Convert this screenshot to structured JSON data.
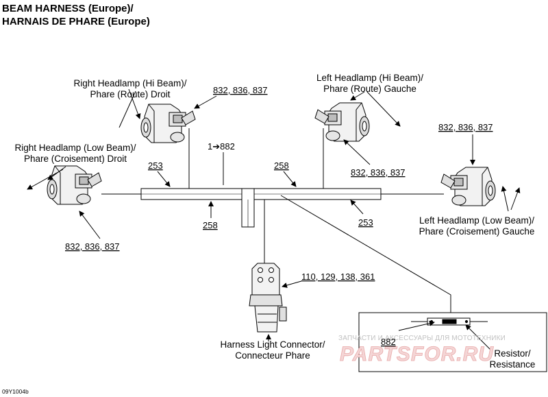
{
  "title": {
    "line1": "BEAM HARNESS (Europe)/",
    "line2": "HARNAIS DE PHARE (Europe)"
  },
  "components": {
    "right_hi": {
      "line1": "Right Headlamp (Hi Beam)/",
      "line2": "Phare (Route) Droit",
      "parts": "832, 836, 837"
    },
    "left_hi": {
      "line1": "Left Headlamp (Hi Beam)/",
      "line2": "Phare (Route) Gauche",
      "parts": "832, 836, 837"
    },
    "right_low": {
      "line1": "Right Headlamp (Low Beam)/",
      "line2": "Phare (Croisement) Droit",
      "parts": "832, 836, 837"
    },
    "left_low": {
      "line1": "Left Headlamp (Low Beam)/",
      "line2": "Phare (Croisement) Gauche",
      "parts": "832, 836, 837"
    },
    "connector": {
      "line1": "Harness Light Connector/",
      "line2": "Connecteur Phare",
      "parts": "110, 129, 138, 361"
    },
    "resistor": {
      "line1": "Resistor/",
      "line2": "Resistance",
      "parts": "882"
    }
  },
  "harness": {
    "main_ref": "1➔882",
    "ref_253": "253",
    "ref_258": "258"
  },
  "footer_code": "09Y1004b",
  "watermark": {
    "line1": "ЗАПЧАСТИ И АКСЕССУАРЫ ДЛЯ МОТОТЕХНИКИ",
    "line2": "PARTSFOR.RU"
  },
  "icons": [
    "headlamp-icon",
    "connector-plug-icon",
    "resistor-icon"
  ]
}
